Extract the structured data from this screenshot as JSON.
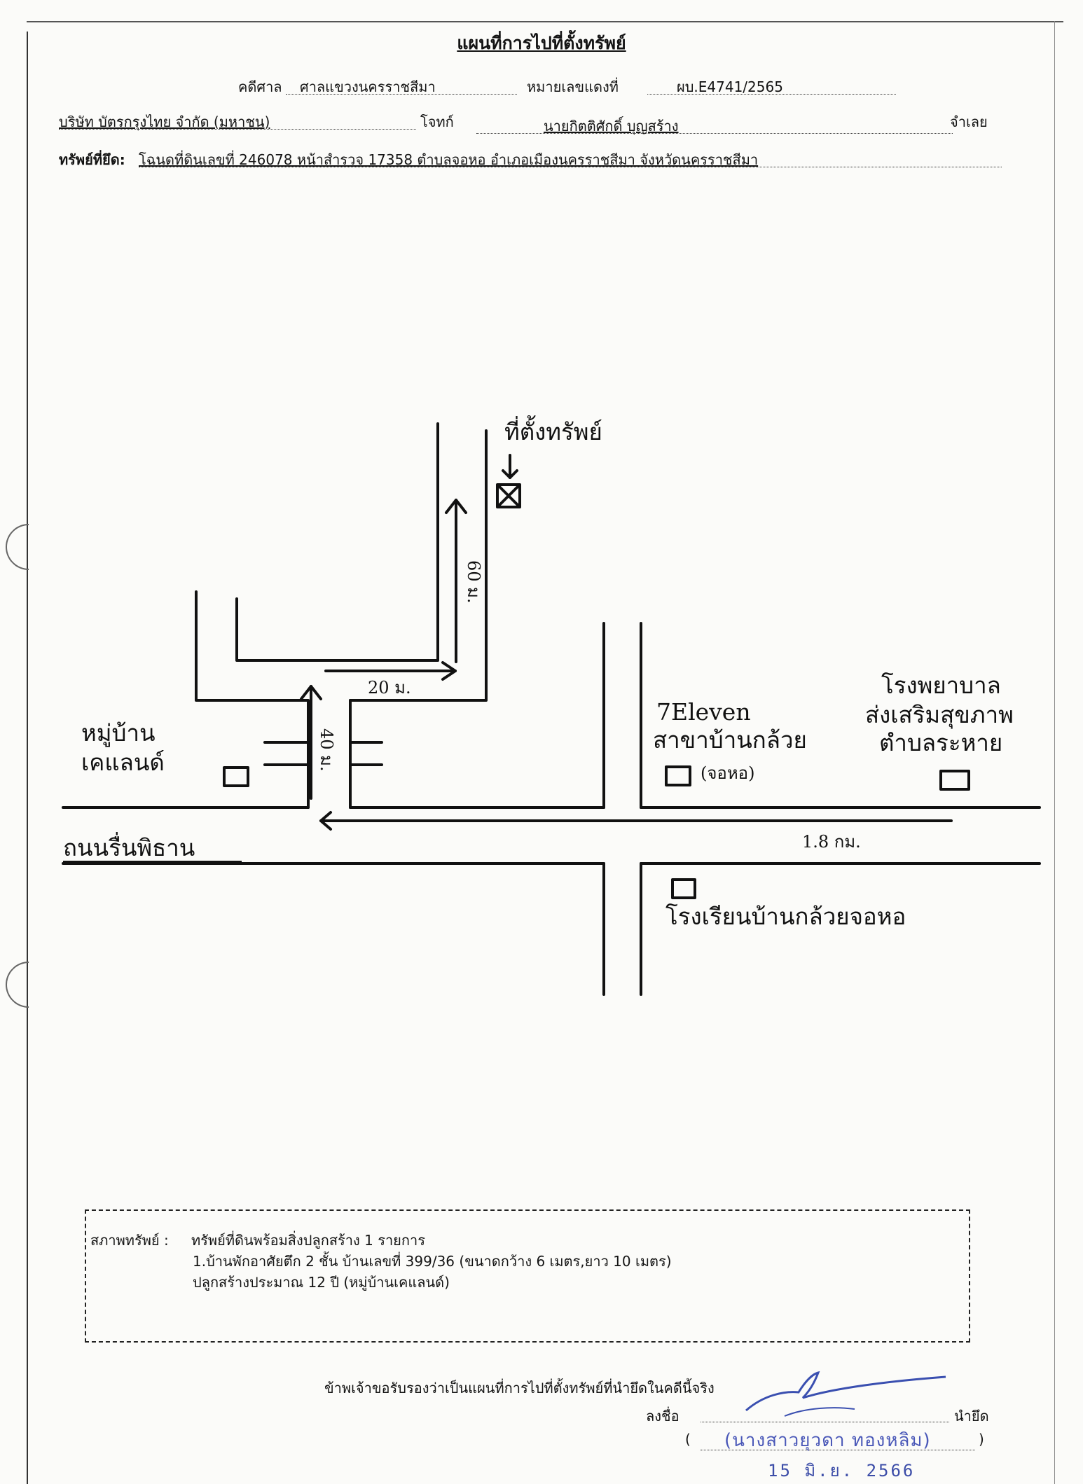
{
  "document": {
    "title": "แผนที่การไปที่ตั้งทรัพย์",
    "court_label": "คดีศาล",
    "court_value": "ศาลแขวงนครราชสีมา",
    "case_label": "หมายเลขแดงที่",
    "case_value": "ผบ.E4741/2565",
    "plaintiff_value": "บริษัท บัตรกรุงไทย จำกัด (มหาชน)",
    "plaintiff_label": "โจทก์",
    "defendant_value": "นายกิตติศักดิ์ บุญสร้าง",
    "defendant_label": "จำเลย",
    "property_label": "ทรัพย์ที่ยึด:",
    "property_value": "โฉนดที่ดินเลขที่ 246078 หน้าสำรวจ 17358 ตำบลจอหอ อำเภอเมืองนครราชสีมา จังหวัดนครราชสีมา"
  },
  "map": {
    "property_label": "ที่ตั้งทรัพย์",
    "dist_60": "60 ม.",
    "dist_20": "20 ม.",
    "dist_40": "40 ม.",
    "village_line1": "หมู่บ้าน",
    "village_line2": "เคแลนด์",
    "seven_line1": "7Eleven",
    "seven_line2": "สาขาบ้านกล้วย",
    "seven_line3": "(จอหอ)",
    "hospital_line1": "โรงพยาบาล",
    "hospital_line2": "ส่งเสริมสุขภาพ",
    "hospital_line3": "ตำบลระหาย",
    "road_name": "ถนนรื่นพิธาน",
    "dist_18": "1.8 กม.",
    "school": "โรงเรียนบ้านกล้วยจอหอ"
  },
  "condition": {
    "label": "สภาพทรัพย์ :",
    "line1": "ทรัพย์ที่ดินพร้อมสิ่งปลูกสร้าง 1 รายการ",
    "line2": "1.บ้านพักอาศัยตึก 2 ชั้น บ้านเลขที่ 399/36  (ขนาดกว้าง 6 เมตร,ยาว 10 เมตร)",
    "line3": "ปลูกสร้างประมาณ 12 ปี (หมู่บ้านเคแลนด์)"
  },
  "certification": {
    "statement": "ข้าพเจ้าขอรับรองว่าเป็นแผนที่การไปที่ตั้งทรัพย์ที่นำยึดในคดีนี้จริง",
    "sign_label": "ลงชื่อ",
    "role_label": "นำยึด",
    "open_paren": "(",
    "close_paren": ")",
    "signer_stamp": "(นางสาวยุวดา ทองหลิม)",
    "date_stamp": "15 มิ.ย. 2566"
  }
}
